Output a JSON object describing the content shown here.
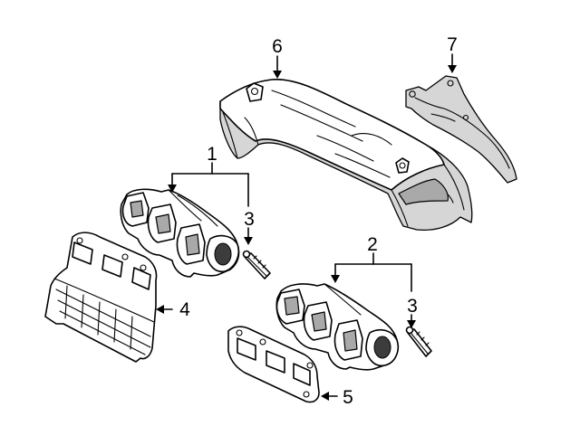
{
  "callouts": {
    "c1": "1",
    "c2": "2",
    "c3a": "3",
    "c3b": "3",
    "c4": "4",
    "c5": "5",
    "c6": "6",
    "c7": "7"
  }
}
